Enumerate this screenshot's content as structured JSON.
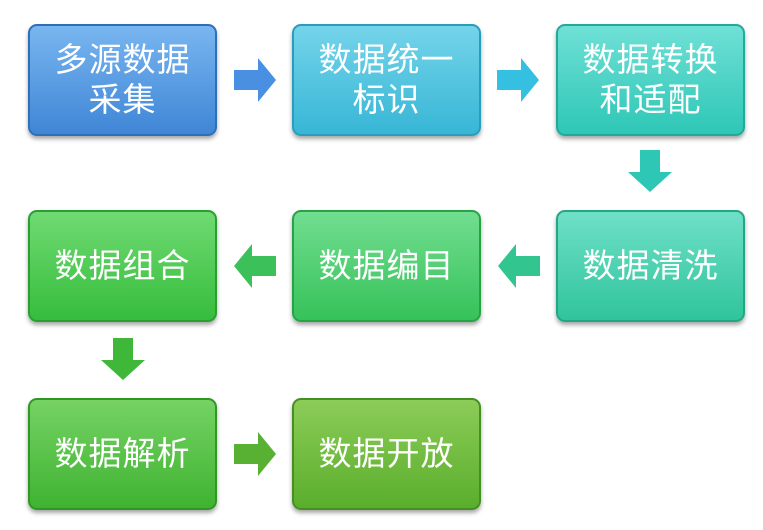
{
  "flow": {
    "steps": [
      {
        "label_lines": [
          "多源数据",
          "采集"
        ],
        "color_top": "#79b6f0",
        "color_bottom": "#3f86d6",
        "border": "#2f6fb8"
      },
      {
        "label_lines": [
          "数据统一",
          "标识"
        ],
        "color_top": "#74d4ea",
        "color_bottom": "#38b6d6",
        "border": "#2a9dbd"
      },
      {
        "label_lines": [
          "数据转换",
          "和适配"
        ],
        "color_top": "#6fe0d6",
        "color_bottom": "#2ec7b6",
        "border": "#22a99a"
      },
      {
        "label_lines": [
          "数据清洗"
        ],
        "color_top": "#6fe0c8",
        "color_bottom": "#30c49c",
        "border": "#24a683"
      },
      {
        "label_lines": [
          "数据编目"
        ],
        "color_top": "#72de90",
        "color_bottom": "#36c25a",
        "border": "#27a346"
      },
      {
        "label_lines": [
          "数据组合"
        ],
        "color_top": "#70da72",
        "color_bottom": "#36bd3d",
        "border": "#289f30"
      },
      {
        "label_lines": [
          "数据解析"
        ],
        "color_top": "#76d264",
        "color_bottom": "#3fb331",
        "border": "#2f9725"
      },
      {
        "label_lines": [
          "数据开放"
        ],
        "color_top": "#8ccc58",
        "color_bottom": "#5aae2c",
        "border": "#468f22"
      }
    ],
    "arrows": [
      {
        "direction": "right",
        "color": "#4a90e2"
      },
      {
        "direction": "right",
        "color": "#35bfe0"
      },
      {
        "direction": "down",
        "color": "#2ec7b6"
      },
      {
        "direction": "left",
        "color": "#33c58f"
      },
      {
        "direction": "left",
        "color": "#3cc05a"
      },
      {
        "direction": "down",
        "color": "#3fb83a"
      },
      {
        "direction": "right",
        "color": "#58b133"
      }
    ]
  }
}
